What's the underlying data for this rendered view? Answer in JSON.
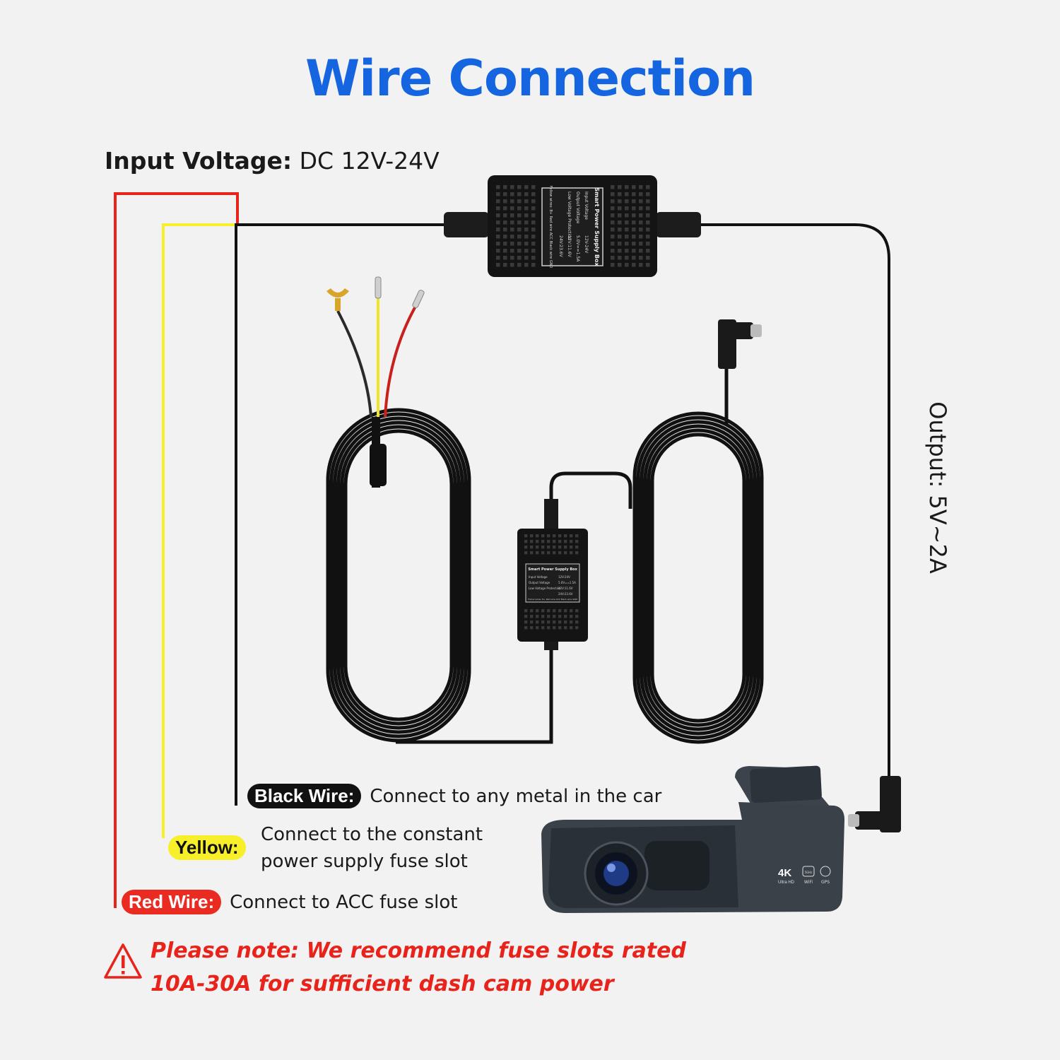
{
  "title": "Wire Connection",
  "input_voltage": {
    "label": "Input Voltage:",
    "value": "DC 12V-24V"
  },
  "output": {
    "text": "Output: 5V~2A"
  },
  "power_box": {
    "heading": "Smart Power Supply Box",
    "rows": [
      [
        "Input Voltage",
        "12V-24V"
      ],
      [
        "Output Voltage",
        "5.0V==1.5A"
      ],
      [
        "Low Voltage Protection",
        "12V:11.6V"
      ],
      [
        "",
        "24V:23.6V"
      ]
    ],
    "footer": "Follow wires: B+ Red wire ACC Black wire GND"
  },
  "wires": [
    {
      "badge": "Black Wire:",
      "desc": "Connect to any metal in the car"
    },
    {
      "badge": "Yellow:",
      "desc_line1": "Connect to the constant",
      "desc_line2": "power supply fuse slot"
    },
    {
      "badge": "Red Wire:",
      "desc": "Connect to ACC fuse slot"
    }
  ],
  "camera": {
    "badge_4k": "4K",
    "badge_4k_sub": "Ultra HD",
    "wifi": "WiFi",
    "wifi_band": "5GHz",
    "gps": "GPS"
  },
  "note": {
    "line1": "Please note: We recommend fuse slots rated",
    "line2": "10A-30A for sufficient dash cam power"
  },
  "colors": {
    "title_blue": "#1565e0",
    "red_wire": "#e8231b",
    "yellow_wire": "#f7ef2a",
    "black_wire": "#111111"
  },
  "icons": [
    "warning-triangle-icon",
    "usb-c-connector-icon",
    "fork-terminal-icon"
  ]
}
